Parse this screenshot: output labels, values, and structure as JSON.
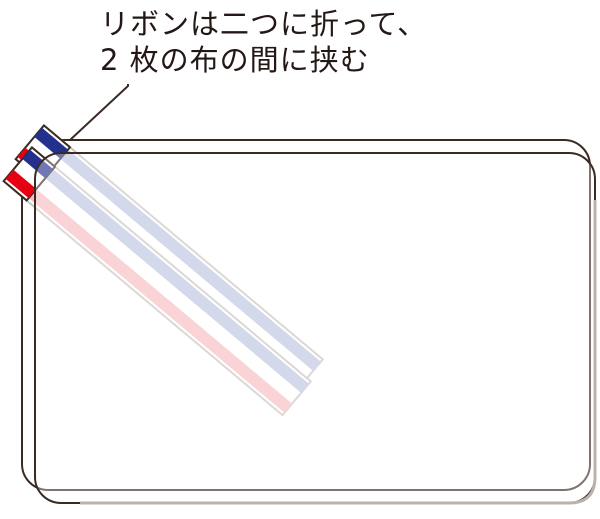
{
  "caption": {
    "line1": "リボンは二つに折って、",
    "line2": "2 枚の布の間に挟む"
  },
  "colors": {
    "outline": "#3a2a22",
    "cloth_outline_front": "#b9b2ad",
    "ribbon_blue": "#23318c",
    "ribbon_red": "#e60012",
    "ribbon_blue_under_cloth": "#bcc3e0",
    "ribbon_red_under_cloth": "#f7bcc1",
    "ribbon_edge": "#c9c4c0"
  },
  "icons": {
    "ribbon": "tricolor-ribbon",
    "cloth": "rounded-rectangle-cloth"
  }
}
